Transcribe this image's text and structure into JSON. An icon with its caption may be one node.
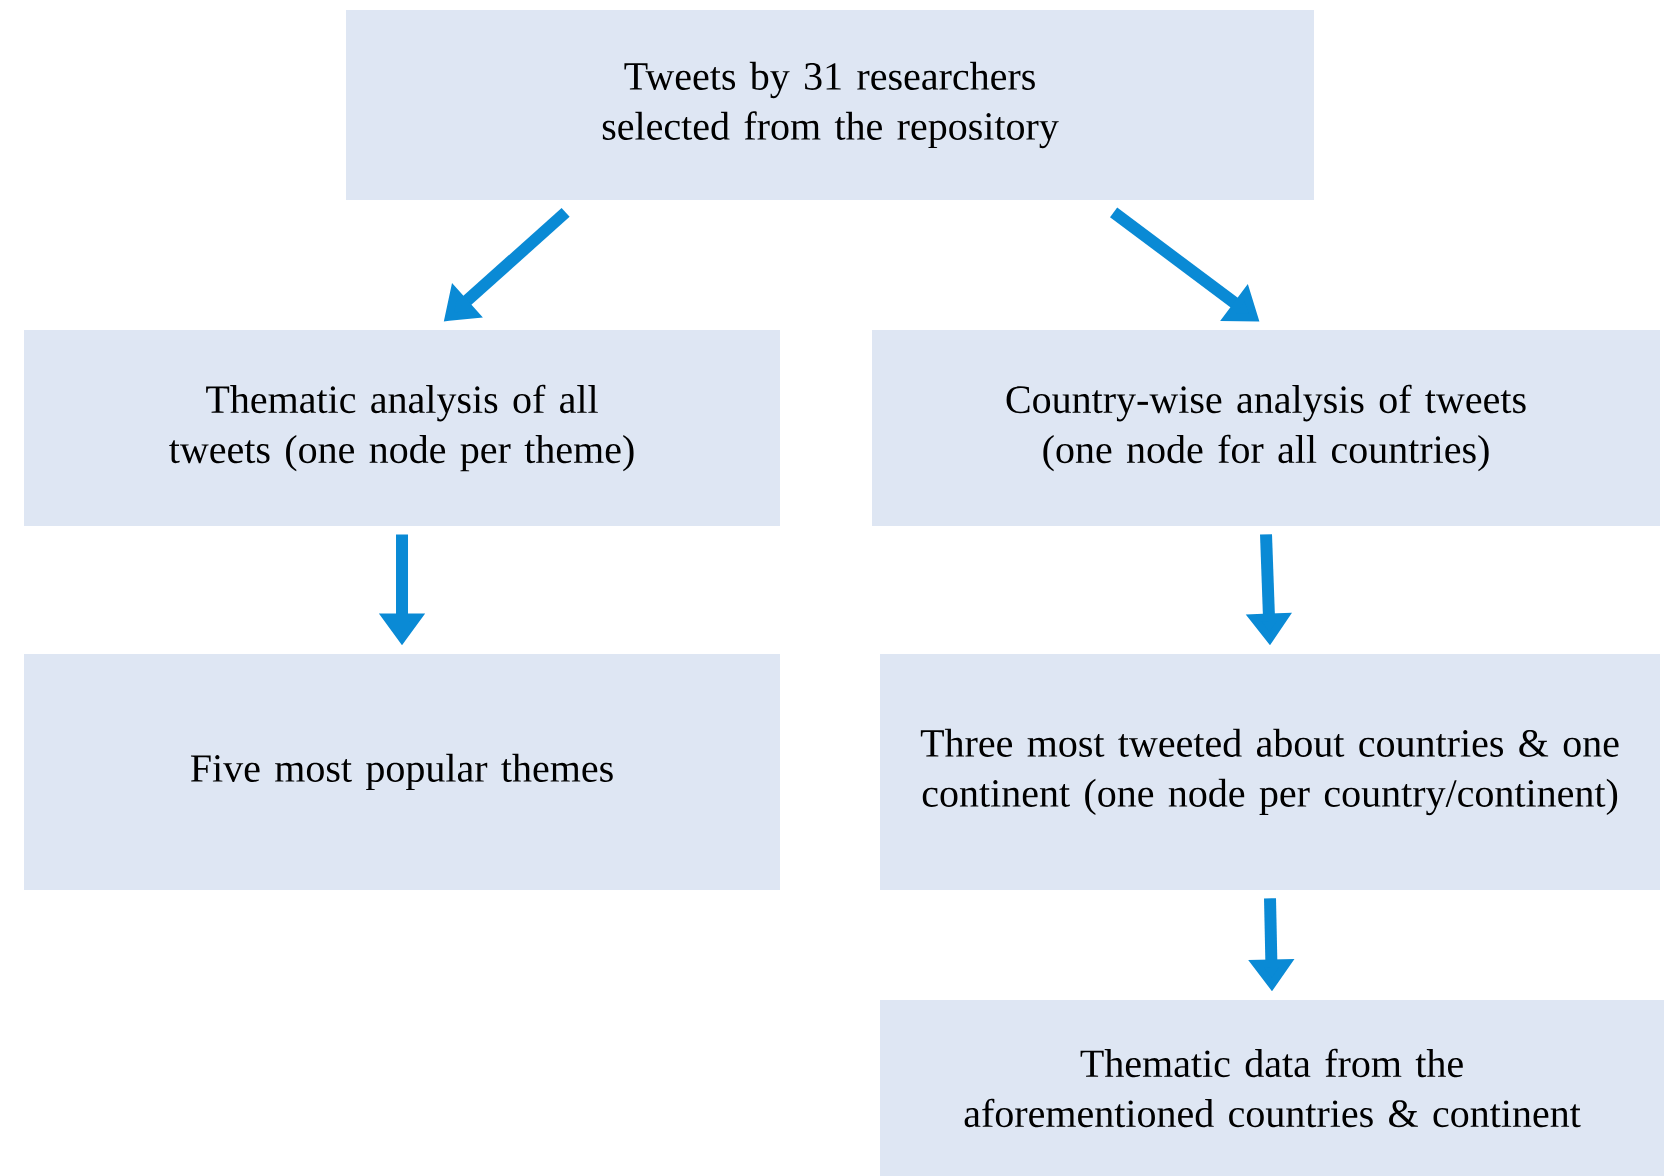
{
  "diagram": {
    "nodes": [
      {
        "text": [
          "Tweets by 31 researchers selected from the repository"
        ]
      },
      {
        "text": [
          "Thematic analysis of all tweets (one node per theme)"
        ]
      },
      {
        "text": [
          "Country-wise analysis of tweets (one node for all countries)"
        ]
      },
      {
        "text": [
          "Five most popular themes"
        ]
      },
      {
        "text": [
          "Three most tweeted about countries & one continent (one node per country/continent)"
        ]
      },
      {
        "text": [
          "Thematic data from the aforementioned countries & continent"
        ]
      }
    ],
    "edges": [
      {
        "from": 0,
        "to": 1,
        "arrow": "to"
      },
      {
        "from": 0,
        "to": 2,
        "arrow": "to"
      },
      {
        "from": 1,
        "to": 3,
        "arrow": "to"
      },
      {
        "from": 2,
        "to": 4,
        "arrow": "to"
      },
      {
        "from": 4,
        "to": 5,
        "arrow": "to"
      }
    ]
  }
}
